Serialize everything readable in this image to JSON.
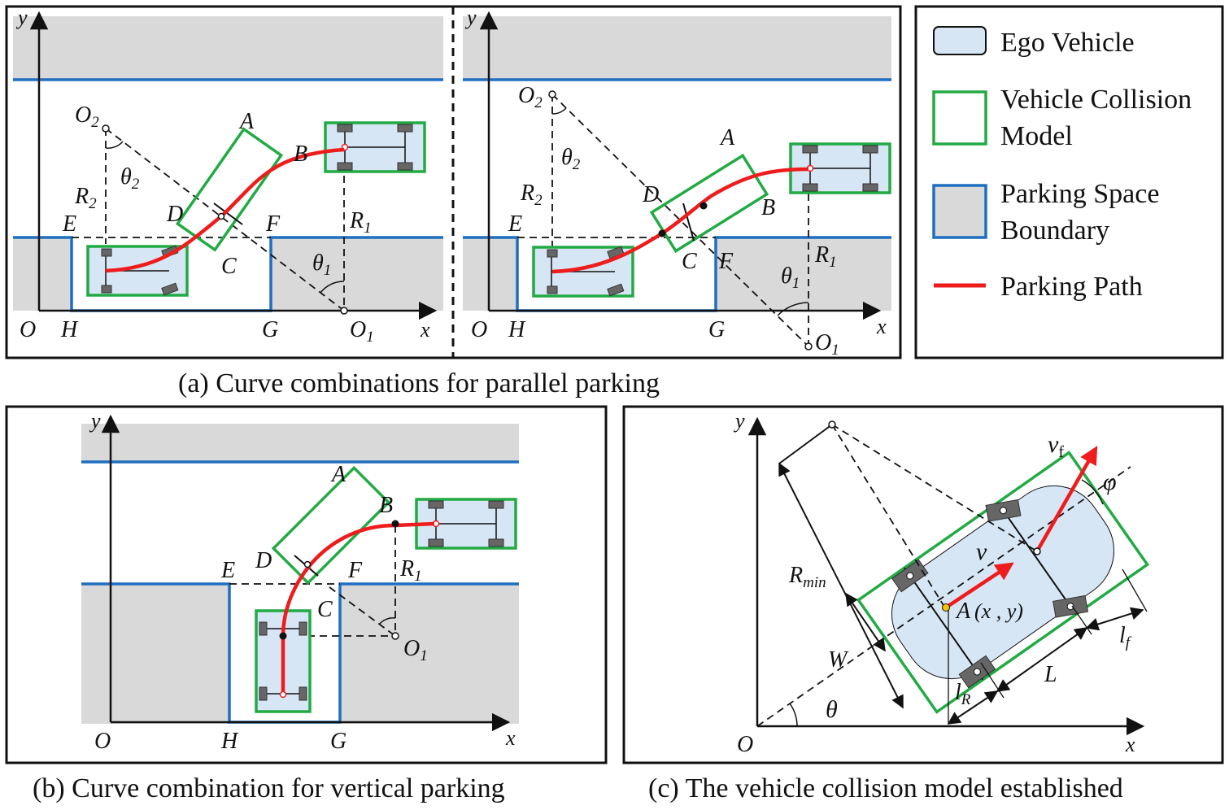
{
  "panels": {
    "a": {
      "caption": "(a) Curve combinations for parallel parking",
      "left": {
        "O": "O",
        "H": "H",
        "G": "G",
        "O1": "O",
        "O1_sub": "1",
        "x": "x",
        "y": "y",
        "O2": "O",
        "O2_sub": "2",
        "A": "A",
        "B": "B",
        "C": "C",
        "D": "D",
        "E": "E",
        "F": "F",
        "R1": "R",
        "R1_sub": "1",
        "R2": "R",
        "R2_sub": "2",
        "theta1": "θ",
        "theta1_sub": "1",
        "theta2": "θ",
        "theta2_sub": "2"
      },
      "right": {
        "O": "O",
        "H": "H",
        "G": "G",
        "O1": "O",
        "O1_sub": "1",
        "x": "x",
        "y": "y",
        "O2": "O",
        "O2_sub": "2",
        "A": "A",
        "B": "B",
        "C": "C",
        "D": "D",
        "E": "E",
        "F": "F",
        "R1": "R",
        "R1_sub": "1",
        "R2": "R",
        "R2_sub": "2",
        "theta1": "θ",
        "theta1_sub": "1",
        "theta2": "θ",
        "theta2_sub": "2"
      }
    },
    "b": {
      "caption": "(b) Curve combination for vertical parking",
      "O": "O",
      "H": "H",
      "G": "G",
      "x": "x",
      "y": "y",
      "A": "A",
      "B": "B",
      "C": "C",
      "D": "D",
      "E": "E",
      "F": "F",
      "R1": "R",
      "R1_sub": "1",
      "O1": "O",
      "O1_sub": "1"
    },
    "c": {
      "caption": "(c) The vehicle collision model established",
      "O": "O",
      "x": "x",
      "y": "y",
      "theta": "θ",
      "Rmin": "R",
      "Rmin_sub": "min",
      "W": "W",
      "L": "L",
      "lR": "l",
      "lR_sub": "R",
      "lf": "l",
      "lf_sub": "f",
      "v": "v",
      "vf": "v",
      "vf_sub": "f",
      "phi": "φ",
      "A": "A",
      "coord": "(x , y)"
    }
  },
  "legend": {
    "items": [
      {
        "label": "Ego Vehicle",
        "symbol": "ego-vehicle"
      },
      {
        "label": "Vehicle Collision",
        "label2": "Model",
        "symbol": "collision-model"
      },
      {
        "label": "Parking Space",
        "label2": "Boundary",
        "symbol": "parking-boundary"
      },
      {
        "label": "Parking Path",
        "symbol": "parking-path"
      }
    ],
    "colors": {
      "ego": "#d6e6f5",
      "collision": "#22aa44",
      "boundary": "#1f6fc0",
      "path": "#ee1c1c",
      "space": "#d9d9d9"
    }
  }
}
